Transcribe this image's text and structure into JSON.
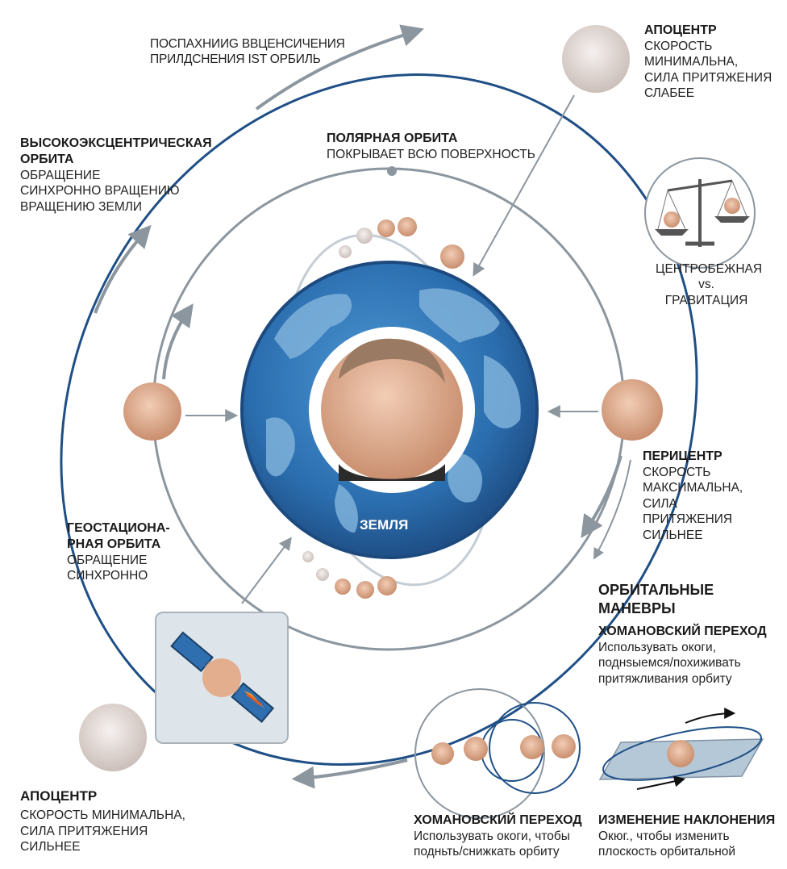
{
  "top_arc_caption": {
    "line1": "ПОСПАХНИИG ВВЦЕНСИЧЕНИЯ",
    "line2": "ПРИЛДСНЕНИЯ IST ОРБИЛЬ"
  },
  "apocenter_top": {
    "title": "АПОЦЕНТР",
    "lines": [
      "СКОРОСТЬ",
      "МИНИМАЛЬНА,",
      "СИЛА ПРИТЯЖЕНИЯ",
      "СЛАБЕЕ"
    ]
  },
  "heo": {
    "title1": "ВЫСОКОЭКСЦЕНТРИЧЕСКАЯ",
    "title2": "ОРБИТА",
    "lines": [
      "ОБРАЩЕНИЕ",
      "СИНХРОННО ВРАЩЕНИЮ",
      "ВРАЩЕНИЮ ЗЕМЛИ"
    ]
  },
  "polar": {
    "title": "ПОЛЯРНАЯ ОРБИТА",
    "subtitle": "ПОКРЫВАЕТ ВСЮ ПОВЕРХНОСТЬ"
  },
  "balance": {
    "line1": "ЦЕНТРОБЕЖНАЯ",
    "line2": "vs. ГРАВИТАЦИЯ"
  },
  "earth": {
    "label": "ЗЕМЛЯ"
  },
  "pericenter": {
    "title": "ПЕРИЦЕНТР",
    "lines": [
      "СКОРОСТЬ",
      "МАКСИМАЛЬНА,",
      "СИЛА",
      "ПРИТЯЖЕНИЯ",
      "СИЛЬНЕЕ"
    ]
  },
  "geo": {
    "title1": "ГЕОСТАЦИОНА-",
    "title2": "РНАЯ ОРБИТА",
    "lines": [
      "ОБРАЩЕНИЕ",
      "СИНХРОННО"
    ]
  },
  "maneuvers": {
    "title1": "ОРБИТАЛЬНЫЕ",
    "title2": "МАНЕВРЫ",
    "hohmann_title": "ХОМАНОВСКИЙ ПЕРЕХОД",
    "hohmann_lines": [
      "Использувать окоги,",
      "поднsыемся/похиживать",
      "притяжливания орбиту"
    ]
  },
  "apocenter_bottom": {
    "title": "АПОЦЕНТР",
    "lines": [
      "СКОРОСТЬ МИНИМАЛЬНА,",
      "СИЛА ПРИТЯЖЕНИЯ",
      "СИЛЬНЕЕ"
    ]
  },
  "hohmann_bottom": {
    "title": "ХОМАНОВСКИЙ ПЕРЕХОД",
    "lines": [
      "Использувать окоги, чтобы",
      "подньть/снижкать орбиту"
    ]
  },
  "inclination": {
    "title": "ИЗМЕНЕНИЕ НАКЛОНЕНИЯ",
    "lines": [
      "Окюг., чтобы изменить",
      "плоскость орбитальной"
    ]
  },
  "colors": {
    "orbit_dark": "#1f4f86",
    "orbit_grey": "#8c969f",
    "ocean": "#2f78b7",
    "land": "#7fb2db",
    "skin": "#e7b79a"
  }
}
